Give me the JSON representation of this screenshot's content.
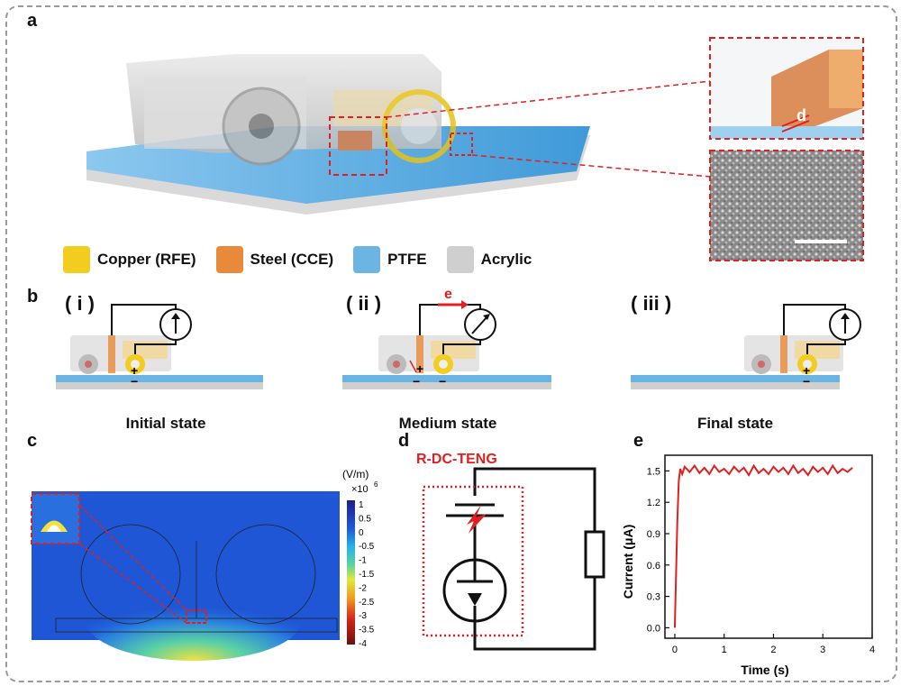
{
  "panels": {
    "a": "a",
    "b": "b",
    "c": "c",
    "d": "d",
    "e": "e"
  },
  "panel_a": {
    "zoom_label": "d",
    "legend": [
      {
        "label": "Copper (RFE)",
        "color": "#f2cc1e"
      },
      {
        "label": "Steel (CCE)",
        "color": "#e98a3a"
      },
      {
        "label": "PTFE",
        "color": "#6cb4e2"
      },
      {
        "label": "Acrylic",
        "color": "#cfcfcf"
      }
    ]
  },
  "panel_b": {
    "stages": [
      {
        "roman": "( i )",
        "caption": "Initial state"
      },
      {
        "roman": "( ii )",
        "caption": "Medium state"
      },
      {
        "roman": "( iii )",
        "caption": "Final state"
      }
    ],
    "electron_label": "e",
    "plus": "+",
    "minus": "−"
  },
  "panel_c": {
    "unit": "(V/m)",
    "multiplier": "×10",
    "multiplier_exp": "6",
    "ticks": [
      "1",
      "0.5",
      "0",
      "-0.5",
      "-1",
      "-1.5",
      "-2",
      "-2.5",
      "-3",
      "-3.5",
      "-4"
    ]
  },
  "panel_d": {
    "title": "R-DC-TENG"
  },
  "panel_e": {
    "chart_data": {
      "type": "line",
      "xlabel": "Time (s)",
      "ylabel": "Current (μA)",
      "xlim": [
        -0.2,
        4
      ],
      "ylim": [
        -0.1,
        1.65
      ],
      "xticks": [
        "0",
        "1",
        "2",
        "3",
        "4"
      ],
      "yticks": [
        "0.0",
        "0.3",
        "0.6",
        "0.9",
        "1.2",
        "1.5"
      ],
      "series": [
        {
          "color": "#e02020",
          "x": [
            0,
            0.02,
            0.05,
            0.08,
            0.11,
            0.15,
            0.2,
            0.3,
            0.4,
            0.5,
            0.6,
            0.7,
            0.8,
            0.9,
            1.0,
            1.1,
            1.2,
            1.3,
            1.4,
            1.5,
            1.6,
            1.7,
            1.8,
            1.9,
            2.0,
            2.1,
            2.2,
            2.3,
            2.4,
            2.5,
            2.6,
            2.7,
            2.8,
            2.9,
            3.0,
            3.1,
            3.2,
            3.3,
            3.4,
            3.5,
            3.6
          ],
          "y": [
            0.0,
            0.4,
            1.0,
            1.4,
            1.52,
            1.47,
            1.54,
            1.49,
            1.55,
            1.48,
            1.53,
            1.47,
            1.55,
            1.49,
            1.52,
            1.47,
            1.54,
            1.49,
            1.53,
            1.46,
            1.55,
            1.48,
            1.52,
            1.47,
            1.54,
            1.49,
            1.53,
            1.47,
            1.55,
            1.48,
            1.52,
            1.46,
            1.54,
            1.49,
            1.53,
            1.47,
            1.55,
            1.48,
            1.52,
            1.49,
            1.53
          ]
        }
      ]
    }
  }
}
